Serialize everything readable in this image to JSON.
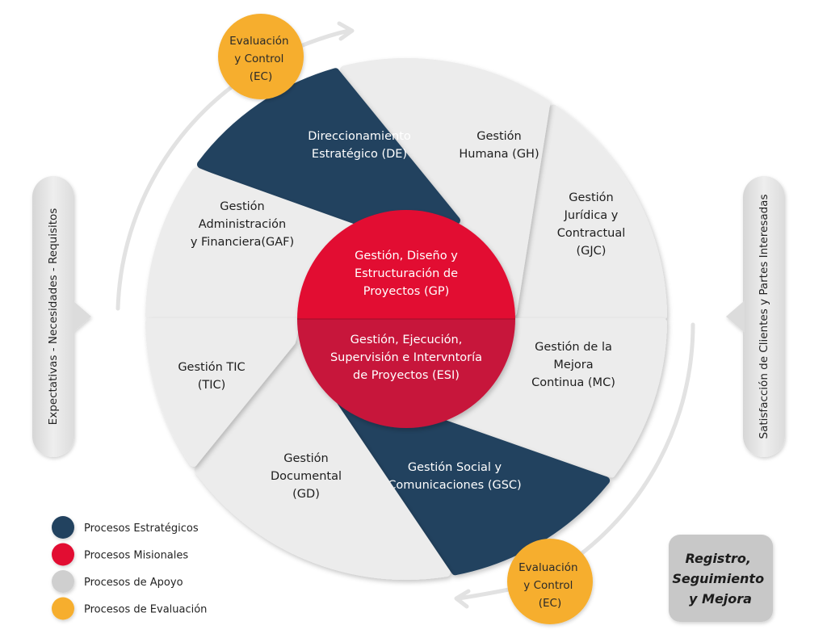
{
  "colors": {
    "strategic": "#24435f",
    "missional": "#e20a31",
    "missional_dark": "#c7143a",
    "support": "#ececec",
    "evaluation": "#f6ae2d",
    "arc": "#e2e2e2",
    "rsm_box": "#c8c8c8"
  },
  "evaluation_nodes": [
    {
      "lines": [
        "Evaluación",
        "y Control",
        "(EC)"
      ]
    },
    {
      "lines": [
        "Evaluación",
        "y Control",
        "(EC)"
      ]
    }
  ],
  "segments": {
    "de": {
      "category": "strategic",
      "lines": [
        "Direccionamiento",
        "Estratégico (DE)"
      ]
    },
    "gh": {
      "category": "support",
      "lines": [
        "Gestión",
        "Humana (GH)"
      ]
    },
    "gjc": {
      "category": "support",
      "lines": [
        "Gestión",
        "Jurídica y",
        "Contractual",
        "(GJC)"
      ]
    },
    "gaf": {
      "category": "support",
      "lines": [
        "Gestión",
        "Administración",
        "y Financiera(GAF)"
      ]
    },
    "tic": {
      "category": "support",
      "lines": [
        "Gestión TIC",
        "(TIC)"
      ]
    },
    "gd": {
      "category": "support",
      "lines": [
        "Gestión",
        "Documental",
        "(GD)"
      ]
    },
    "gsc": {
      "category": "strategic",
      "lines": [
        "Gestión Social y",
        "Comunicaciones (GSC)"
      ]
    },
    "mc": {
      "category": "support",
      "lines": [
        "Gestión de la",
        "Mejora",
        "Continua (MC)"
      ]
    }
  },
  "core": {
    "gp": {
      "category": "missional",
      "lines": [
        "Gestión, Diseño y",
        "Estructuración de",
        "Proyectos (GP)"
      ]
    },
    "esi": {
      "category": "missional",
      "lines": [
        "Gestión, Ejecución,",
        "Supervisión e Intervntoría",
        "de Proyectos (ESI)"
      ]
    }
  },
  "side_inputs": {
    "left": "Expectativas - Necesidades - Requisitos",
    "right": "Satisfacción de Clientes y Partes Interesadas"
  },
  "legend": [
    {
      "label": "Procesos Estratégicos",
      "category": "strategic"
    },
    {
      "label": "Procesos Misionales",
      "category": "missional"
    },
    {
      "label": "Procesos de Apoyo",
      "category": "support"
    },
    {
      "label": "Procesos de Evaluación",
      "category": "evaluation"
    }
  ],
  "rsm_box": {
    "lines": [
      "Registro,",
      "Seguimiento",
      "y Mejora"
    ]
  }
}
